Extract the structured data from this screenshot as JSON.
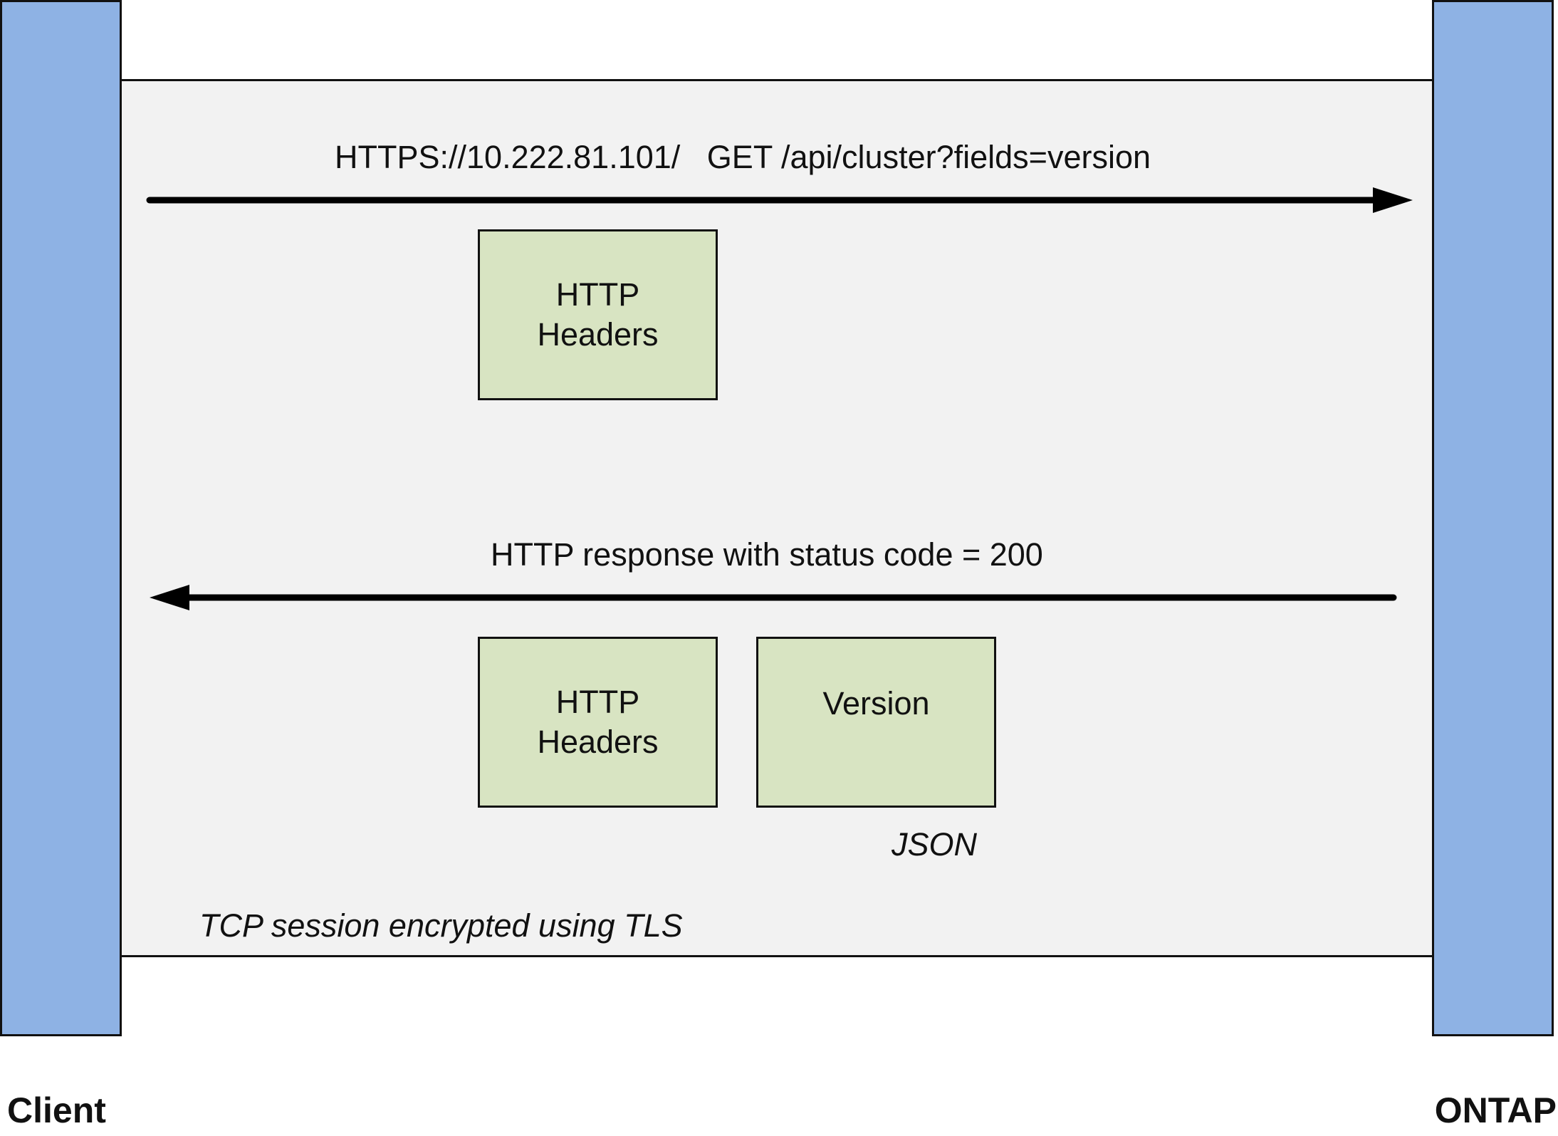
{
  "actors": {
    "client": "Client",
    "server": "ONTAP"
  },
  "session": {
    "caption": "TCP session encrypted using TLS"
  },
  "request": {
    "label": "HTTPS://10.222.81.101/   GET /api/cluster?fields=version",
    "headers_box": [
      "HTTP",
      "Headers"
    ]
  },
  "response": {
    "label": "HTTP response with status code = 200",
    "headers_box": [
      "HTTP",
      "Headers"
    ],
    "body_box": "Version",
    "body_format": "JSON"
  },
  "colors": {
    "actor_bar": "#8eb2e4",
    "session_fill": "#f2f2f2",
    "box_fill": "#d8e4c2"
  }
}
